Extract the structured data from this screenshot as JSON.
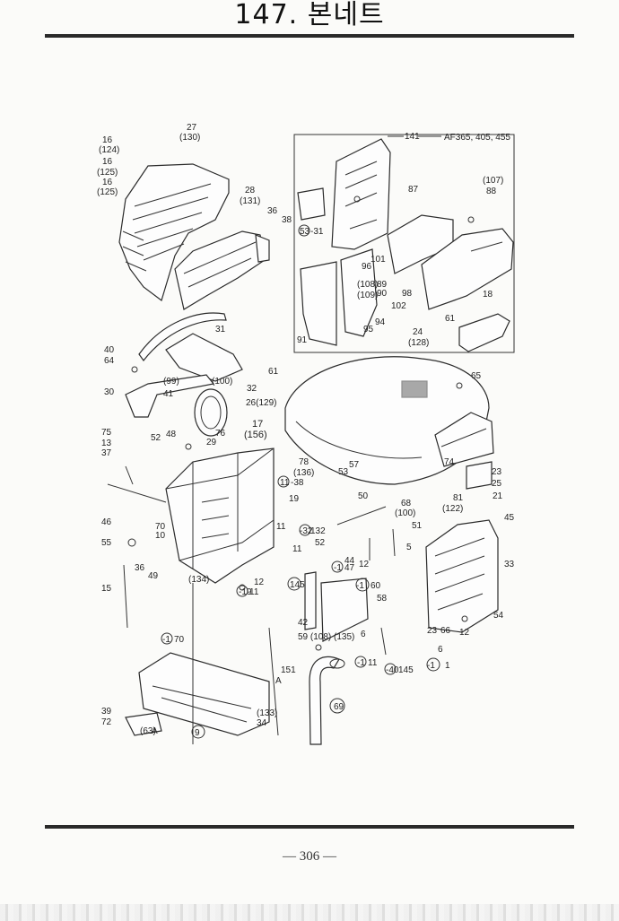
{
  "header": {
    "title": "147. 본네트"
  },
  "footer": {
    "page_number": "— 306 —"
  },
  "diagram": {
    "callouts": [
      {
        "id": "c1",
        "text": "141"
      },
      {
        "id": "c2",
        "text": "AF365, 405, 455"
      },
      {
        "id": "c3",
        "text": "27"
      },
      {
        "id": "c4",
        "text": "(130)"
      },
      {
        "id": "c5",
        "text": "16"
      },
      {
        "id": "c6",
        "text": "(124)"
      },
      {
        "id": "c7",
        "text": "16"
      },
      {
        "id": "c8",
        "text": "(125)"
      },
      {
        "id": "c9",
        "text": "16"
      },
      {
        "id": "c10",
        "text": "(125)"
      },
      {
        "id": "c11",
        "text": "28"
      },
      {
        "id": "c12",
        "text": "(131)"
      },
      {
        "id": "c13",
        "text": "36"
      },
      {
        "id": "c14",
        "text": "38"
      },
      {
        "id": "c15",
        "text": "53"
      },
      {
        "id": "c16",
        "text": "-31"
      },
      {
        "id": "c17",
        "text": "87"
      },
      {
        "id": "c18",
        "text": "(107)"
      },
      {
        "id": "c19",
        "text": "88"
      },
      {
        "id": "c20",
        "text": "96"
      },
      {
        "id": "c21",
        "text": "101"
      },
      {
        "id": "c22",
        "text": "(108)"
      },
      {
        "id": "c23",
        "text": "89"
      },
      {
        "id": "c24",
        "text": "(109)"
      },
      {
        "id": "c25",
        "text": "90"
      },
      {
        "id": "c26",
        "text": "98"
      },
      {
        "id": "c27",
        "text": "102"
      },
      {
        "id": "c28",
        "text": "18"
      },
      {
        "id": "c29",
        "text": "94"
      },
      {
        "id": "c30",
        "text": "95"
      },
      {
        "id": "c31",
        "text": "61"
      },
      {
        "id": "c32",
        "text": "91"
      },
      {
        "id": "c33",
        "text": "24"
      },
      {
        "id": "c34",
        "text": "(128)"
      },
      {
        "id": "c35",
        "text": "31"
      },
      {
        "id": "c36",
        "text": "40"
      },
      {
        "id": "c37",
        "text": "64"
      },
      {
        "id": "c38",
        "text": "61"
      },
      {
        "id": "c39",
        "text": "(99)"
      },
      {
        "id": "c40",
        "text": "(100)"
      },
      {
        "id": "c41",
        "text": "32"
      },
      {
        "id": "c42",
        "text": "65"
      },
      {
        "id": "c43",
        "text": "30"
      },
      {
        "id": "c44",
        "text": "41"
      },
      {
        "id": "c45",
        "text": "26(129)"
      },
      {
        "id": "c46",
        "text": "75"
      },
      {
        "id": "c47",
        "text": "13"
      },
      {
        "id": "c48",
        "text": "37"
      },
      {
        "id": "c49",
        "text": "52"
      },
      {
        "id": "c50",
        "text": "48"
      },
      {
        "id": "c51",
        "text": "76"
      },
      {
        "id": "c52",
        "text": "29"
      },
      {
        "id": "c53",
        "text": "17"
      },
      {
        "id": "c54",
        "text": "(156)"
      },
      {
        "id": "c55",
        "text": "78"
      },
      {
        "id": "c56",
        "text": "(136)"
      },
      {
        "id": "c57",
        "text": "53"
      },
      {
        "id": "c58",
        "text": "57"
      },
      {
        "id": "c59",
        "text": "74"
      },
      {
        "id": "c60",
        "text": "11"
      },
      {
        "id": "c61",
        "text": "-38"
      },
      {
        "id": "c62",
        "text": "19"
      },
      {
        "id": "c63",
        "text": "50"
      },
      {
        "id": "c64",
        "text": "23"
      },
      {
        "id": "c65",
        "text": "25"
      },
      {
        "id": "c66",
        "text": "81"
      },
      {
        "id": "c67",
        "text": "(122)"
      },
      {
        "id": "c68",
        "text": "21"
      },
      {
        "id": "c69",
        "text": "68"
      },
      {
        "id": "c70",
        "text": "(100)"
      },
      {
        "id": "c71",
        "text": "45"
      },
      {
        "id": "c72",
        "text": "51"
      },
      {
        "id": "c73",
        "text": "46"
      },
      {
        "id": "c74",
        "text": "70"
      },
      {
        "id": "c75",
        "text": "10"
      },
      {
        "id": "c76",
        "text": "55"
      },
      {
        "id": "c77",
        "text": "11"
      },
      {
        "id": "c78",
        "text": "11"
      },
      {
        "id": "c79",
        "text": "-32"
      },
      {
        "id": "c80",
        "text": "132"
      },
      {
        "id": "c81",
        "text": "52"
      },
      {
        "id": "c82",
        "text": "5"
      },
      {
        "id": "c83",
        "text": "36"
      },
      {
        "id": "c84",
        "text": "49"
      },
      {
        "id": "c85",
        "text": "(134)"
      },
      {
        "id": "c86",
        "text": "12"
      },
      {
        "id": "c87",
        "text": "-19"
      },
      {
        "id": "c88",
        "text": "11"
      },
      {
        "id": "c89",
        "text": "44"
      },
      {
        "id": "c90",
        "text": "12"
      },
      {
        "id": "c91",
        "text": "-1"
      },
      {
        "id": "c92",
        "text": "47"
      },
      {
        "id": "c93",
        "text": "33"
      },
      {
        "id": "c94",
        "text": "15"
      },
      {
        "id": "c95",
        "text": "145"
      },
      {
        "id": "c96",
        "text": "-1"
      },
      {
        "id": "c97",
        "text": "60"
      },
      {
        "id": "c98",
        "text": "58"
      },
      {
        "id": "c99",
        "text": "42"
      },
      {
        "id": "c100",
        "text": "6"
      },
      {
        "id": "c101",
        "text": "23"
      },
      {
        "id": "c102",
        "text": "66"
      },
      {
        "id": "c103",
        "text": "12"
      },
      {
        "id": "c104",
        "text": "54"
      },
      {
        "id": "c105",
        "text": "-1"
      },
      {
        "id": "c106",
        "text": "70"
      },
      {
        "id": "c107",
        "text": "59 (108) (135)"
      },
      {
        "id": "c108",
        "text": "6"
      },
      {
        "id": "c109",
        "text": "-1"
      },
      {
        "id": "c110",
        "text": "11"
      },
      {
        "id": "c111",
        "text": "-40"
      },
      {
        "id": "c112",
        "text": "145"
      },
      {
        "id": "c113",
        "text": "-1"
      },
      {
        "id": "c114",
        "text": "1"
      },
      {
        "id": "c115",
        "text": "151"
      },
      {
        "id": "c116",
        "text": "A"
      },
      {
        "id": "c117",
        "text": "69"
      },
      {
        "id": "c118",
        "text": "39"
      },
      {
        "id": "c119",
        "text": "72"
      },
      {
        "id": "c120",
        "text": "(133)"
      },
      {
        "id": "c121",
        "text": "34"
      },
      {
        "id": "c122",
        "text": "(63)"
      },
      {
        "id": "c123",
        "text": "A"
      },
      {
        "id": "c124",
        "text": "9"
      }
    ]
  }
}
